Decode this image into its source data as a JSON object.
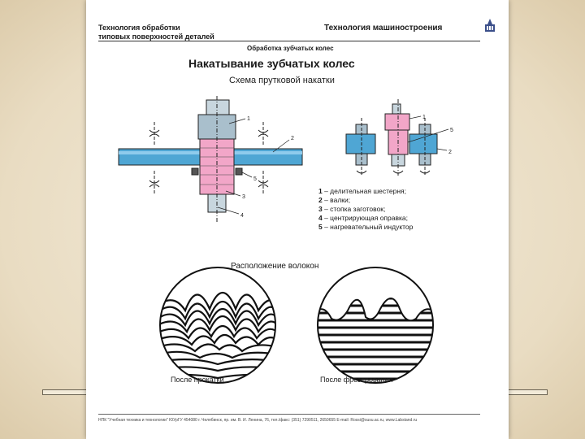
{
  "header": {
    "left_line1": "Технология обработки",
    "left_line2": "типовых поверхностей деталей",
    "right": "Технология машиностроения"
  },
  "section": "Обработка зубчатых колес",
  "title": "Накатывание зубчатых колес",
  "subtitle": "Схема прутковой накатки",
  "callouts": {
    "left": [
      "1",
      "2",
      "5",
      "3",
      "4"
    ],
    "right": [
      "1",
      "5",
      "2"
    ]
  },
  "legend": [
    {
      "num": "1",
      "text": " – делительная шестерня;"
    },
    {
      "num": "2",
      "text": " – валки;"
    },
    {
      "num": "3",
      "text": " – стопка заготовок;"
    },
    {
      "num": "4",
      "text": " – центрирующая оправка;"
    },
    {
      "num": "5",
      "text": " – нагревательный индуктор"
    }
  ],
  "fibers_title": "Расположение волокон",
  "captions": {
    "after_rolling": "После прокатки",
    "after_milling": "После фрезерования"
  },
  "footer": "НПК \"Учебная техника и технологии\" ЮУрГУ 454080 г. Челябинск, пр. им. В. И. Ленина, 76, тел./факс: (351) 7290511, 2650655 E-mail: Rossi@susu.ac.ru, www.Labstand.ru",
  "colors": {
    "shaft_blue": "#4fa6d4",
    "workpiece_pink": "#f2a6c8",
    "gear_gray": "#a9bfcc",
    "line": "#222222"
  },
  "icons": [
    "university-building-icon"
  ]
}
